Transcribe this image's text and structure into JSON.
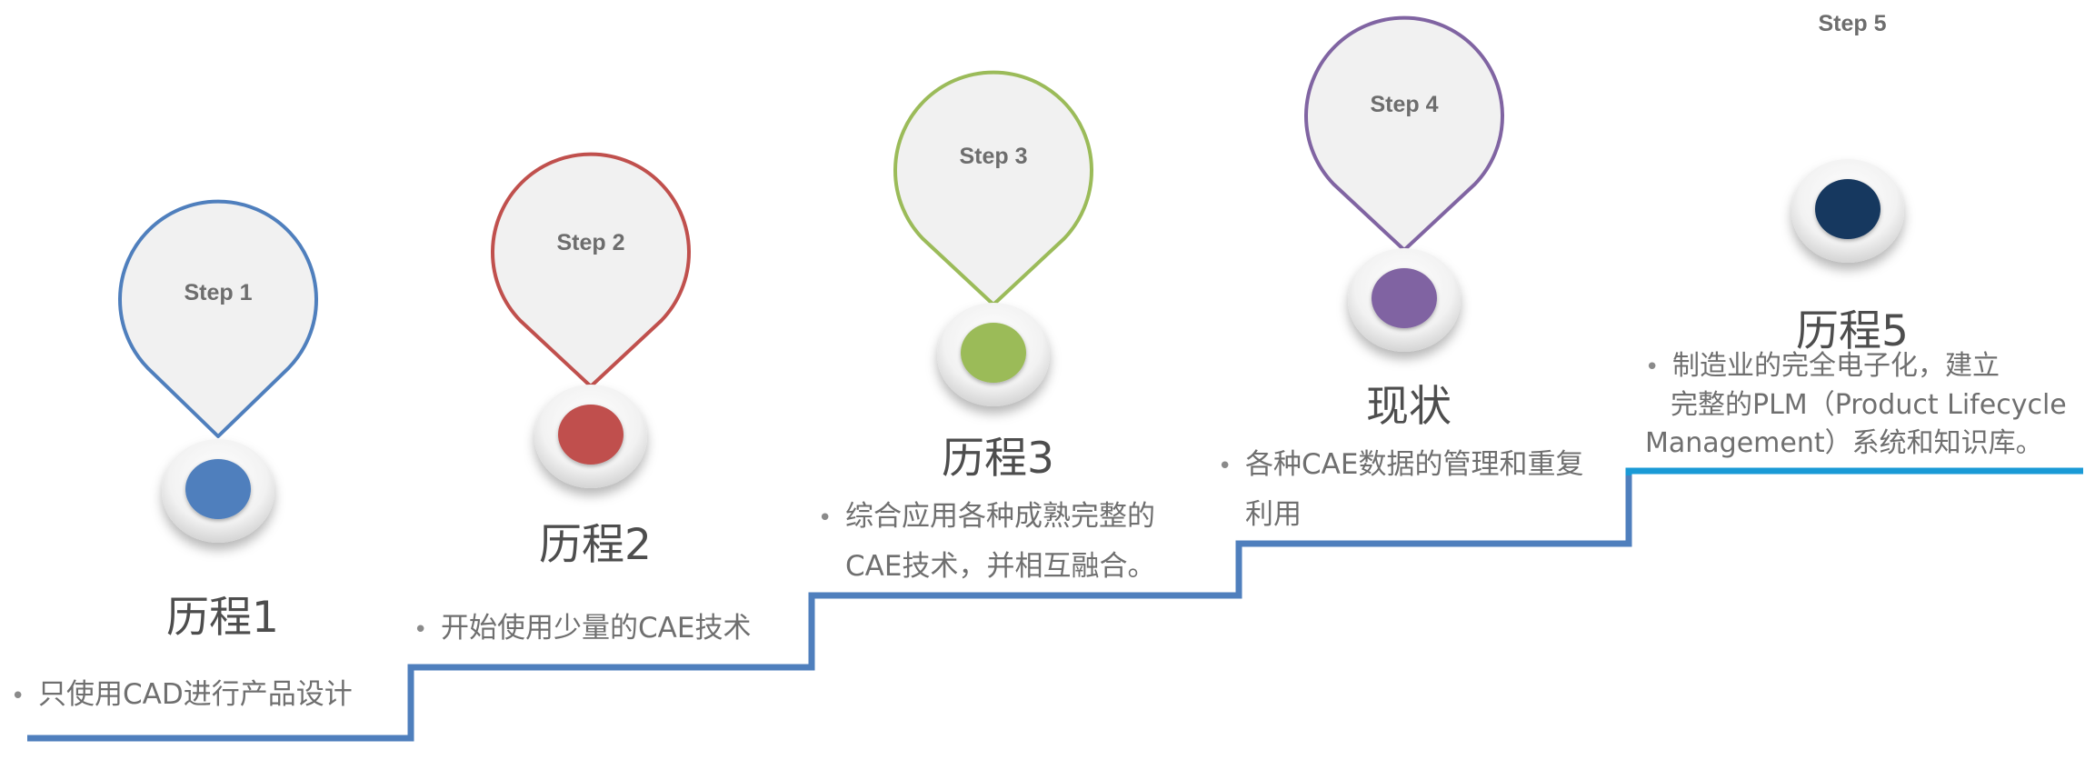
{
  "steps": [
    {
      "step_label": "Step 1",
      "title": "历程1",
      "color": "#4f7fbd",
      "bullet_lines": [
        "只使用CAD进行产品设计"
      ]
    },
    {
      "step_label": "Step 2",
      "title": "历程2",
      "color": "#c0504d",
      "bullet_lines": [
        "开始使用少量的CAE技术"
      ]
    },
    {
      "step_label": "Step 3",
      "title": "历程3",
      "color": "#9bbb59",
      "bullet_lines": [
        "综合应用各种成熟完整的",
        "CAE技术，并相互融合。"
      ]
    },
    {
      "step_label": "Step 4",
      "title": "现状",
      "color": "#8064a2",
      "bullet_lines": [
        "各种CAE数据的管理和重复",
        "利用"
      ]
    },
    {
      "step_label": "Step 5",
      "title": "历程5",
      "color": "#17375e",
      "bullet_lines": [
        "制造业的完全电子化，建立",
        "完整的PLM（Product Lifecycle",
        "Management）系统和知识库。"
      ]
    }
  ],
  "staircase_colors": {
    "lower": "#4f7fbd",
    "top": "#1a9ad6"
  }
}
